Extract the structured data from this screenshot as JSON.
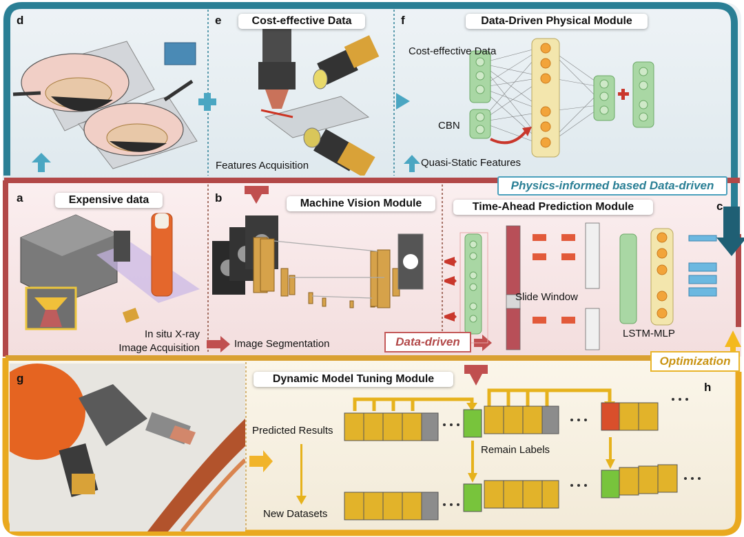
{
  "panels": {
    "a": {
      "letter": "a",
      "title": "Expensive data",
      "caption_line1": "In situ X-ray",
      "caption_line2": "Image Acquisition"
    },
    "b": {
      "letter": "b",
      "title": "Machine Vision Module",
      "caption": "Image Segmentation"
    },
    "c": {
      "letter": "c",
      "title": "Time-Ahead Prediction Module",
      "slide_window": "Slide Window",
      "model": "LSTM-MLP"
    },
    "d": {
      "letter": "d"
    },
    "e": {
      "letter": "e",
      "title": "Cost-effective Data",
      "caption": "Features Acquisition"
    },
    "f": {
      "letter": "f",
      "title": "Data-Driven Physical Module",
      "label_top": "Cost-effective Data",
      "label_mid": "CBN",
      "label_bottom": "Quasi-Static Features"
    },
    "g": {
      "letter": "g"
    },
    "h": {
      "letter": "h",
      "title": "Dynamic Model Tuning Module",
      "predicted": "Predicted Results",
      "new_datasets": "New Datasets",
      "remain_labels": "Remain Labels"
    }
  },
  "banners": {
    "physics": "Physics-informed based Data-driven",
    "data_driven": "Data-driven",
    "optimization": "Optimization"
  },
  "colors": {
    "teal": "#2a7f95",
    "crimson": "#b24848",
    "gold": "#e9a91f",
    "seq_gold": "#e2b32a",
    "seq_gray": "#8c8c8c",
    "seq_green": "#78c43c",
    "seq_red": "#d94f2b",
    "nn_green": "#9fd19a",
    "nn_orange": "#f2a43a"
  }
}
